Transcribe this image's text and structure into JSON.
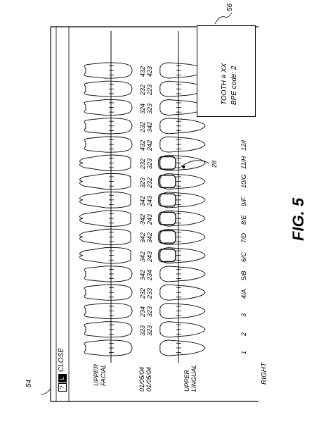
{
  "window": {
    "help_icon": "?",
    "lock_icon": "L",
    "close_label": "CLOSE"
  },
  "labels": {
    "upper_facial": [
      "UPPER",
      "FACIAL"
    ],
    "upper_lingual": [
      "UPPER",
      "LINGUAL"
    ],
    "dates": [
      "01/05/04",
      "01/05/04"
    ],
    "right": "RIGHT"
  },
  "teeth": [
    {
      "number": "1",
      "codes": [
        "",
        ""
      ]
    },
    {
      "number": "2",
      "codes": [
        "323",
        "323"
      ]
    },
    {
      "number": "3",
      "codes": [
        "234",
        "323"
      ]
    },
    {
      "number": "4/A",
      "codes": [
        "232",
        "233"
      ]
    },
    {
      "number": "5/B",
      "codes": [
        "342",
        "234"
      ]
    },
    {
      "number": "6/C",
      "codes": [
        "342",
        "243"
      ]
    },
    {
      "number": "7/D",
      "codes": [
        "342",
        "342"
      ]
    },
    {
      "number": "8/E",
      "codes": [
        "342",
        "243"
      ]
    },
    {
      "number": "9/F",
      "codes": [
        "342",
        "243"
      ]
    },
    {
      "number": "10/G",
      "codes": [
        "323",
        "232"
      ]
    },
    {
      "number": "11/H",
      "codes": [
        "232",
        "323"
      ]
    },
    {
      "number": "12/I",
      "codes": [
        "432",
        "242"
      ]
    },
    {
      "number": "",
      "codes": [
        "232",
        "342"
      ]
    },
    {
      "number": "",
      "codes": [
        "324",
        "323"
      ]
    },
    {
      "number": "",
      "codes": [
        "232",
        "223"
      ]
    },
    {
      "number": "",
      "codes": [
        "432",
        "423"
      ]
    }
  ],
  "popup": {
    "title": "TOOTH # XX",
    "bpe": "BPE code: 2"
  },
  "refs": {
    "fig54": "54",
    "fig56": "56",
    "fig28": "28"
  },
  "figure_label": "FIG. 5"
}
